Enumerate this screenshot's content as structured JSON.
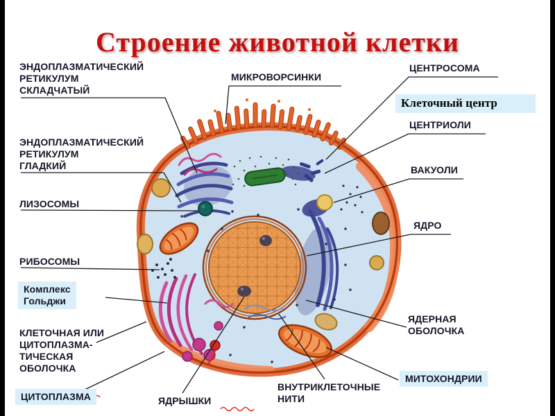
{
  "title": "Строение животной клетки",
  "labels": {
    "er_rough": "ЭНДОПЛАЗМАТИЧЕСКИЙ\nРЕТИКУЛУМ\nСКЛАДЧАТЫЙ",
    "er_smooth": "ЭНДОПЛАЗМАТИЧЕСКИЙ\nРЕТИКУЛУМ\nГЛАДКИЙ",
    "lysosomes": "ЛИЗОСОМЫ",
    "ribosomes": "РИБОСОМЫ",
    "golgi": "Комплекс\nГольджи",
    "membrane": "КЛЕТОЧНАЯ ИЛИ\nЦИТОПЛАЗМА-\nТИЧЕСКАЯ\nОБОЛОЧКА",
    "cytoplasm": "ЦИТОПЛАЗМА",
    "microvilli": "МИКРОВОРСИНКИ",
    "centrosome": "ЦЕНТРОСОМА",
    "cell_center": "Клеточный центр",
    "centrioles": "ЦЕНТРИОЛИ",
    "vacuoles": "ВАКУОЛИ",
    "nucleus": "ЯДРО",
    "nuclear_envelope": "ЯДЕРНАЯ\nОБОЛОЧКА",
    "mitochondria": "МИТОХОНДРИИ",
    "nucleoli": "ЯДРЫШКИ",
    "filaments": "ВНУТРИКЛЕТОЧНЫЕ\nНИТИ"
  },
  "palette": {
    "title_red": "#c40f0f",
    "box_blue": "#d9effa",
    "label_dark": "#141428",
    "line_black": "#1a1a1a",
    "cytoplasm_blue": "#cfe2f1",
    "membrane_orange": "#e2703f",
    "membrane_dark": "#b93c10",
    "nucleus_fill": "#ea9c52",
    "er_purple": "#3d4490",
    "golgi_pink": "#cf4f9a",
    "mito_orange": "#e4702e",
    "green_organelle": "#2f7d32",
    "squiggle_red": "#e03030"
  }
}
